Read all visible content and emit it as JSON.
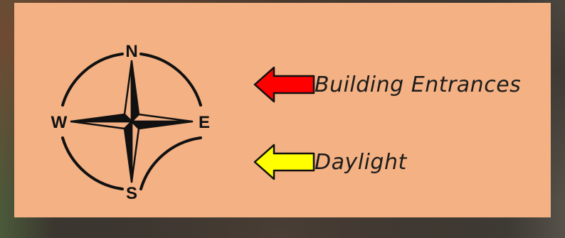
{
  "compass": {
    "north": "N",
    "south": "S",
    "east": "E",
    "west": "W",
    "icon": "compass-rose-icon"
  },
  "legend": {
    "items": [
      {
        "label": "Building Entrances",
        "icon": "left-arrow-icon",
        "color": "#ff0000"
      },
      {
        "label": "Daylight",
        "icon": "left-arrow-icon",
        "color": "#ffff00"
      }
    ]
  },
  "colors": {
    "panel_background": "#f4b183",
    "outline": "#000000"
  }
}
